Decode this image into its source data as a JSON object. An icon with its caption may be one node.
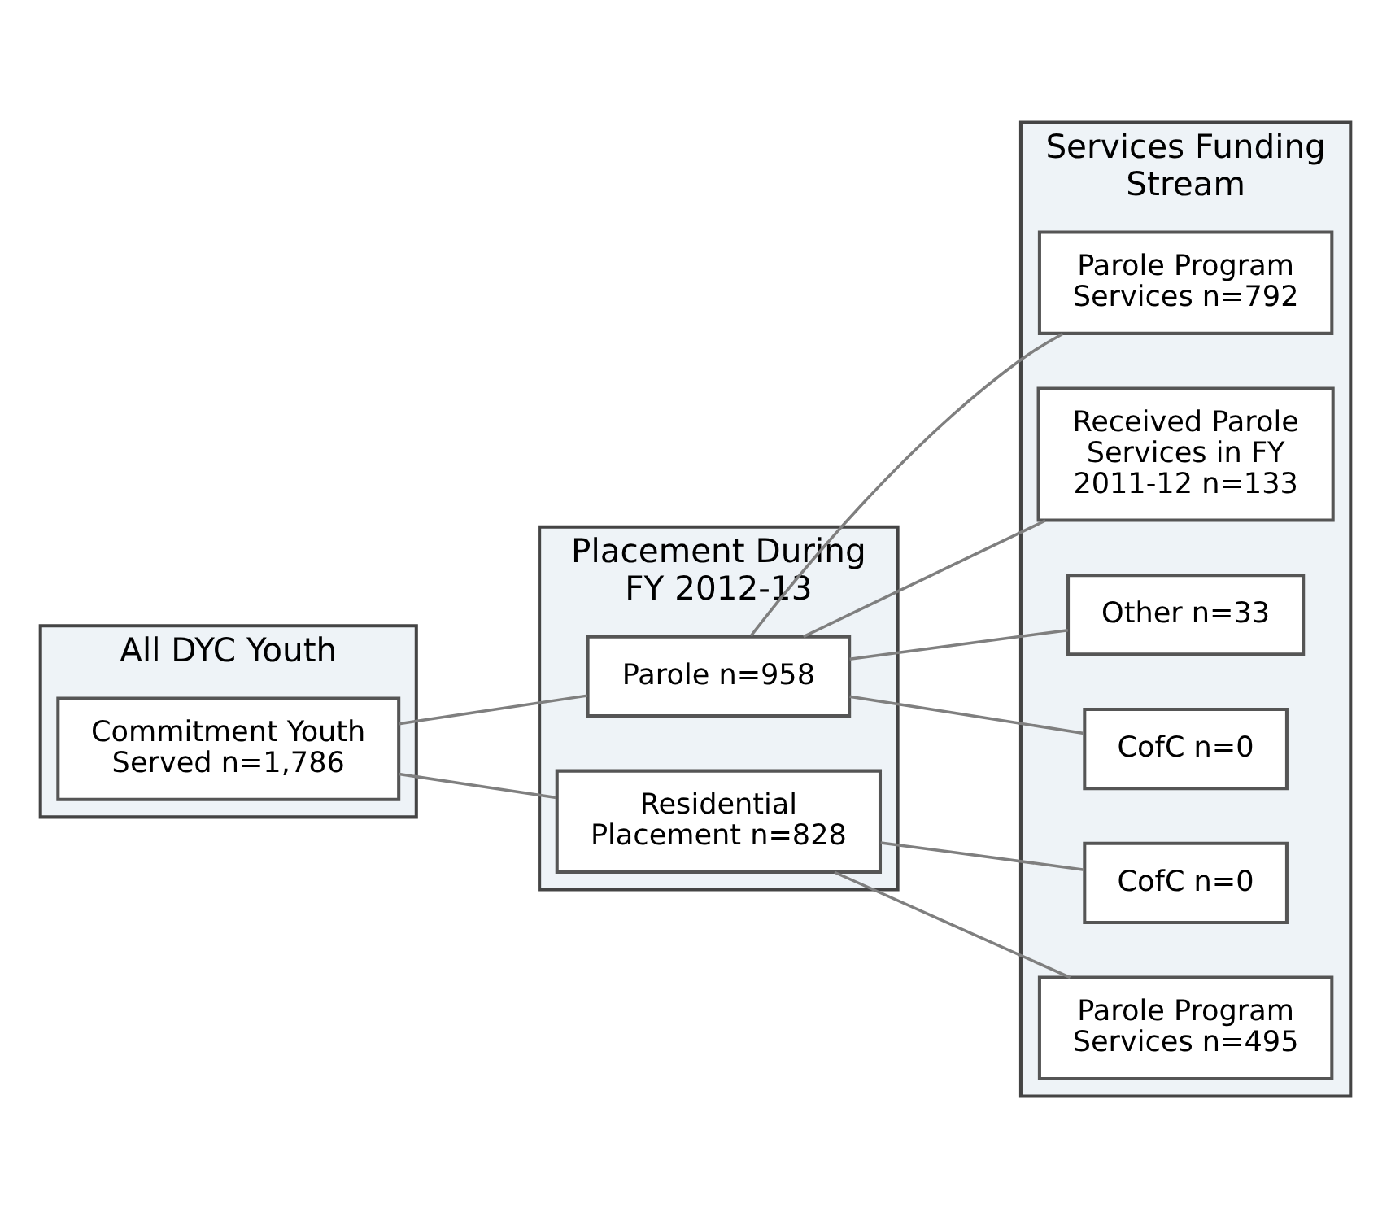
{
  "diagram": {
    "nodes": [
      {
        "text": [
          "All DYC Youth"
        ]
      },
      {
        "text": [
          "Placement During FY 2012-13"
        ]
      },
      {
        "text": [
          "Services Funding Stream"
        ]
      },
      {
        "text": [
          "Commitment Youth Served n=1,786"
        ],
        "in": 0
      },
      {
        "text": [
          "Parole n=958"
        ],
        "in": 1
      },
      {
        "text": [
          "Residential Placement n=828"
        ],
        "in": 1
      },
      {
        "text": [
          "Parole Program Services n=792"
        ],
        "in": 2
      },
      {
        "text": [
          "Received Parole Services in FY 2011-12 n=133"
        ],
        "in": 2
      },
      {
        "text": [
          "Other n=33"
        ],
        "in": 2
      },
      {
        "text": [
          "CofC n=0"
        ],
        "in": 2
      },
      {
        "text": [
          "CofC n=0"
        ],
        "in": 2
      },
      {
        "text": [
          "Parole Program Services n=495"
        ],
        "in": 2
      }
    ],
    "edges": [
      {
        "from": 3,
        "to": 4,
        "arrow": "none"
      },
      {
        "from": 3,
        "to": 5,
        "arrow": "none"
      },
      {
        "from": 4,
        "to": 6,
        "arrow": "none"
      },
      {
        "from": 4,
        "to": 7,
        "arrow": "none"
      },
      {
        "from": 4,
        "to": 8,
        "arrow": "none"
      },
      {
        "from": 4,
        "to": 9,
        "arrow": "none"
      },
      {
        "from": 5,
        "to": 10,
        "arrow": "none"
      },
      {
        "from": 5,
        "to": 11,
        "arrow": "none"
      }
    ]
  }
}
